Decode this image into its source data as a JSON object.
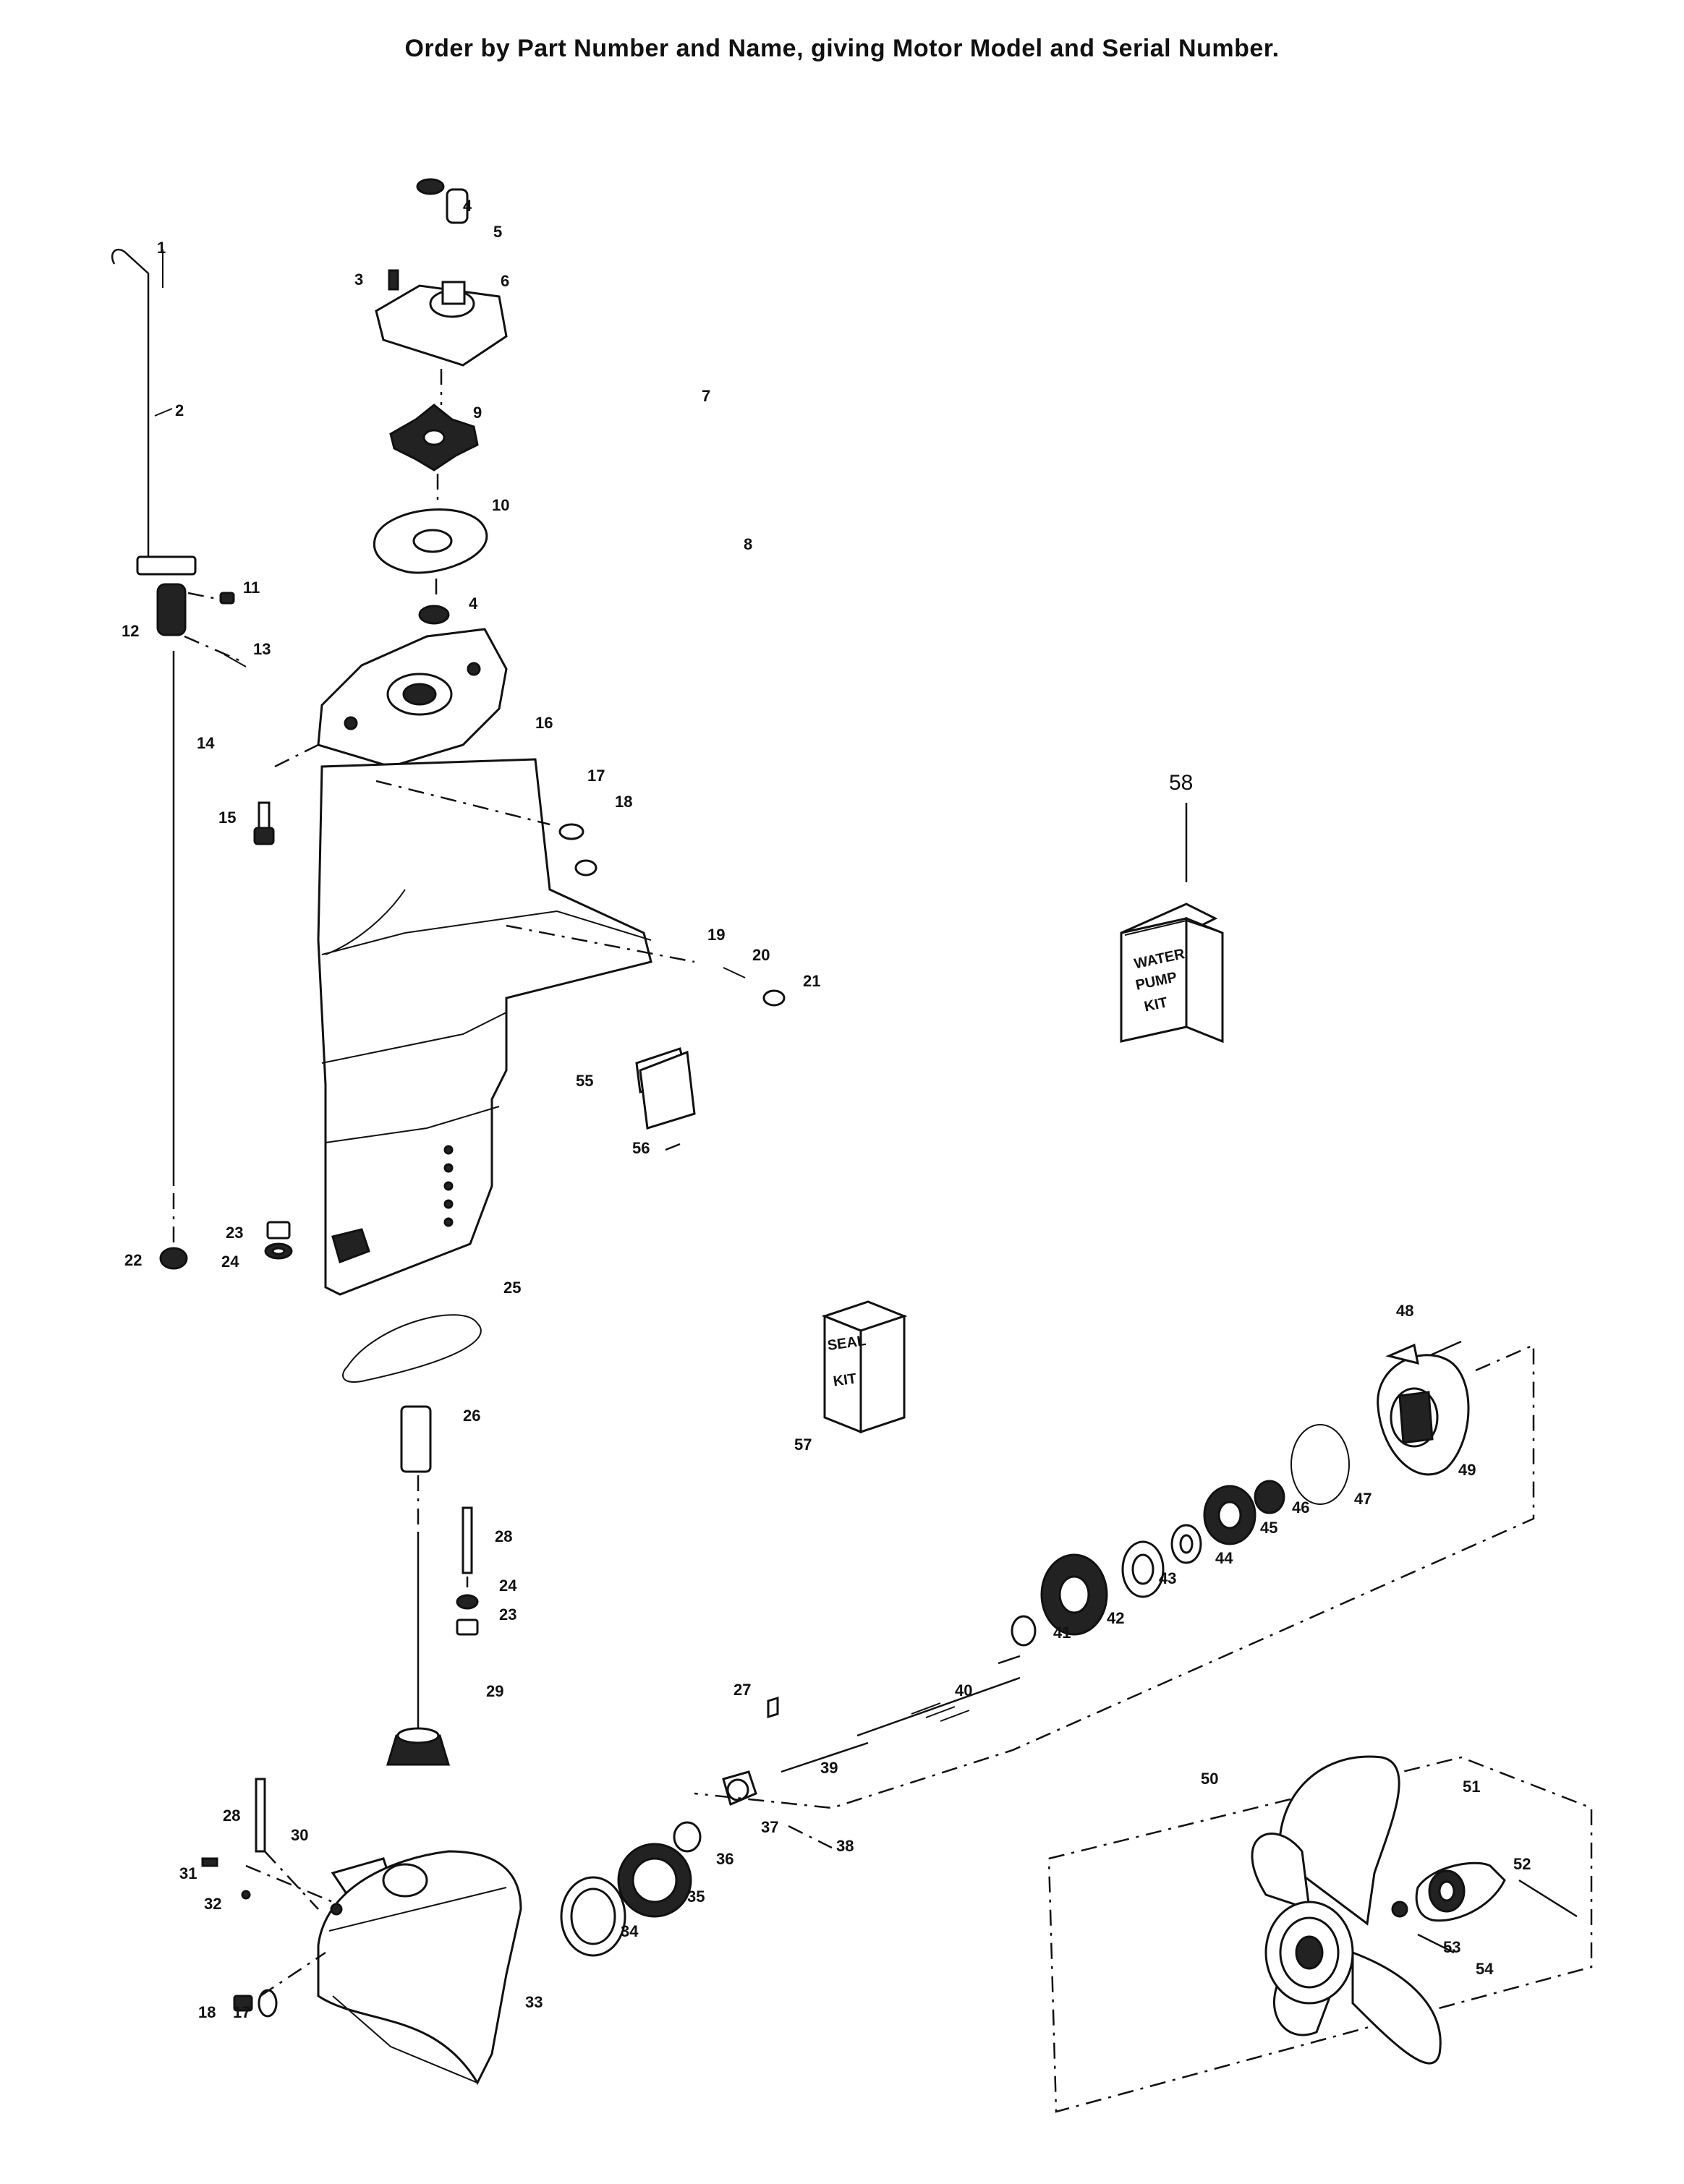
{
  "header": {
    "text": "Order by Part Number and Name, giving Motor Model and Serial Number."
  },
  "kits": {
    "water_pump": {
      "number": "58",
      "line1": "WATER",
      "line2": "PUMP",
      "line3": "KIT"
    },
    "seal": {
      "line1": "SEAL",
      "line2": "KIT"
    }
  },
  "callouts": {
    "c1": "1",
    "c2": "2",
    "c3": "3",
    "c4a": "4",
    "c4b": "4",
    "c5": "5",
    "c6": "6",
    "c7": "7",
    "c8": "8",
    "c9": "9",
    "c10": "10",
    "c11": "11",
    "c12": "12",
    "c13": "13",
    "c14": "14",
    "c15": "15",
    "c16": "16",
    "c17a": "17",
    "c17b": "17",
    "c18a": "18",
    "c18b": "18",
    "c19": "19",
    "c20": "20",
    "c21": "21",
    "c22": "22",
    "c23a": "23",
    "c23b": "23",
    "c24a": "24",
    "c24b": "24",
    "c25": "25",
    "c26": "26",
    "c27": "27",
    "c28a": "28",
    "c28b": "28",
    "c29": "29",
    "c30": "30",
    "c31": "31",
    "c32": "32",
    "c33": "33",
    "c34": "34",
    "c35": "35",
    "c36": "36",
    "c37": "37",
    "c38": "38",
    "c39": "39",
    "c40": "40",
    "c41": "41",
    "c42": "42",
    "c43": "43",
    "c44": "44",
    "c45": "45",
    "c46": "46",
    "c47": "47",
    "c48": "48",
    "c49": "49",
    "c50": "50",
    "c51": "51",
    "c52": "52",
    "c53": "53",
    "c54": "54",
    "c55": "55",
    "c56": "56",
    "c57": "57"
  }
}
